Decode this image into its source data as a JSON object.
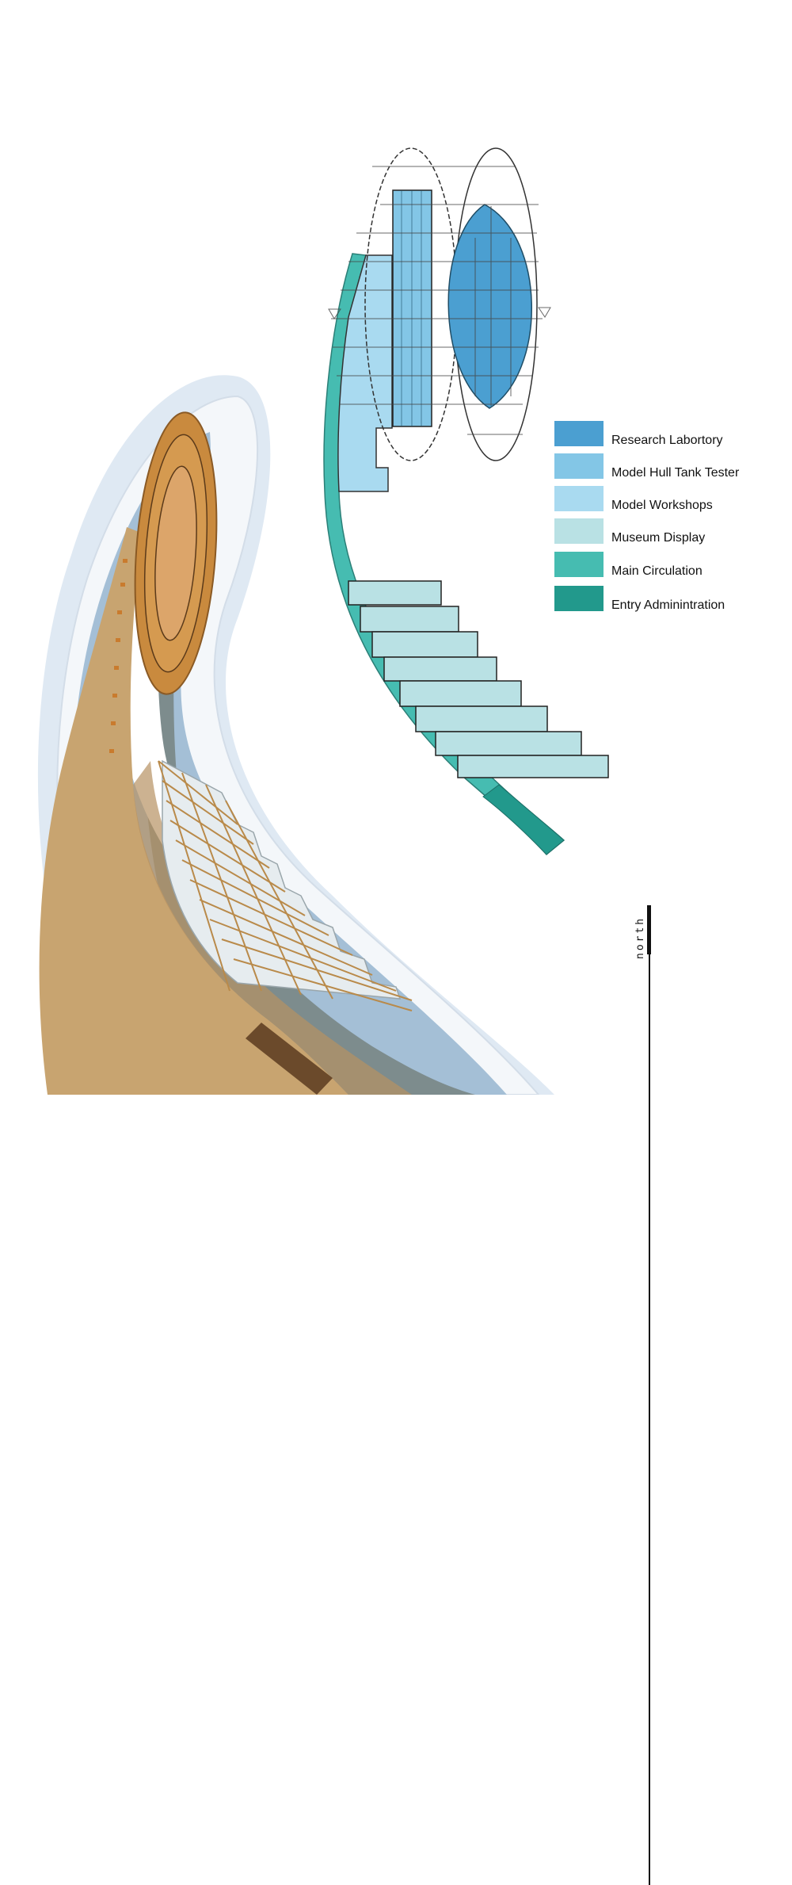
{
  "colors": {
    "research_laboratory": "#4b9fd1",
    "model_hull_tank_tester": "#83c6e6",
    "model_workshops": "#a9daf0",
    "museum_display": "#b9e1e4",
    "main_circulation": "#46bcb1",
    "entry_administration": "#22998c",
    "wood_tan": "#c8a470",
    "wood_orange": "#c98a3e",
    "model_blue": "#a4bfd6",
    "model_white": "#f3f6f9",
    "model_grey": "#7d8c8d"
  },
  "legend": {
    "items": [
      {
        "label": "Research Labortory",
        "color": "#4b9fd1"
      },
      {
        "label": "Model Hull Tank Tester",
        "color": "#83c6e6"
      },
      {
        "label": "Model Workshops",
        "color": "#a9daf0"
      },
      {
        "label": "Museum Display",
        "color": "#b9e1e4"
      },
      {
        "label": "Main Circulation",
        "color": "#46bcb1"
      },
      {
        "label": "Entry Adminintration",
        "color": "#22998c"
      }
    ]
  },
  "north_arrow": {
    "label": "north"
  }
}
